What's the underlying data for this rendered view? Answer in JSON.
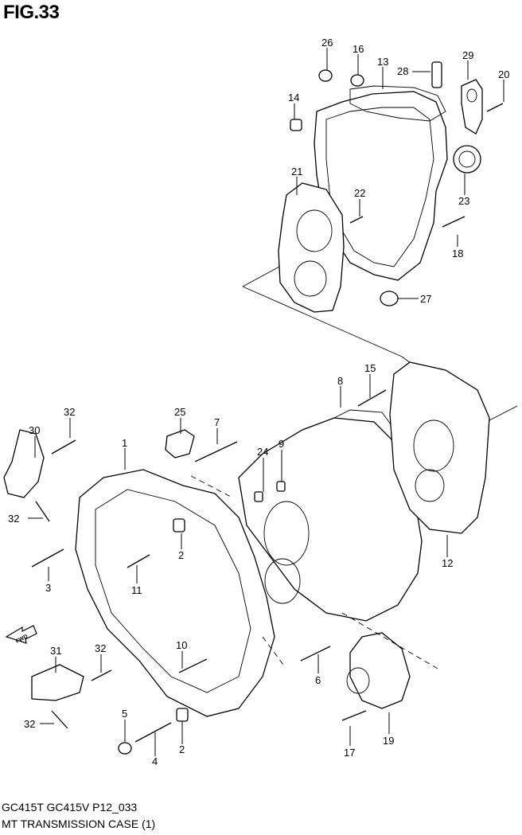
{
  "figure": {
    "title": "FIG.33",
    "code": "GC415T GC415V P12_033",
    "name": "MT TRANSMISSION CASE (1)",
    "fwd_label": "FWD"
  },
  "callouts": [
    "26",
    "16",
    "13",
    "28",
    "29",
    "20",
    "14",
    "21",
    "22",
    "23",
    "18",
    "27",
    "8",
    "15",
    "32",
    "30",
    "25",
    "7",
    "1",
    "24",
    "9",
    "32",
    "2",
    "3",
    "11",
    "12",
    "31",
    "32",
    "10",
    "6",
    "32",
    "5",
    "2",
    "4",
    "17",
    "19"
  ]
}
